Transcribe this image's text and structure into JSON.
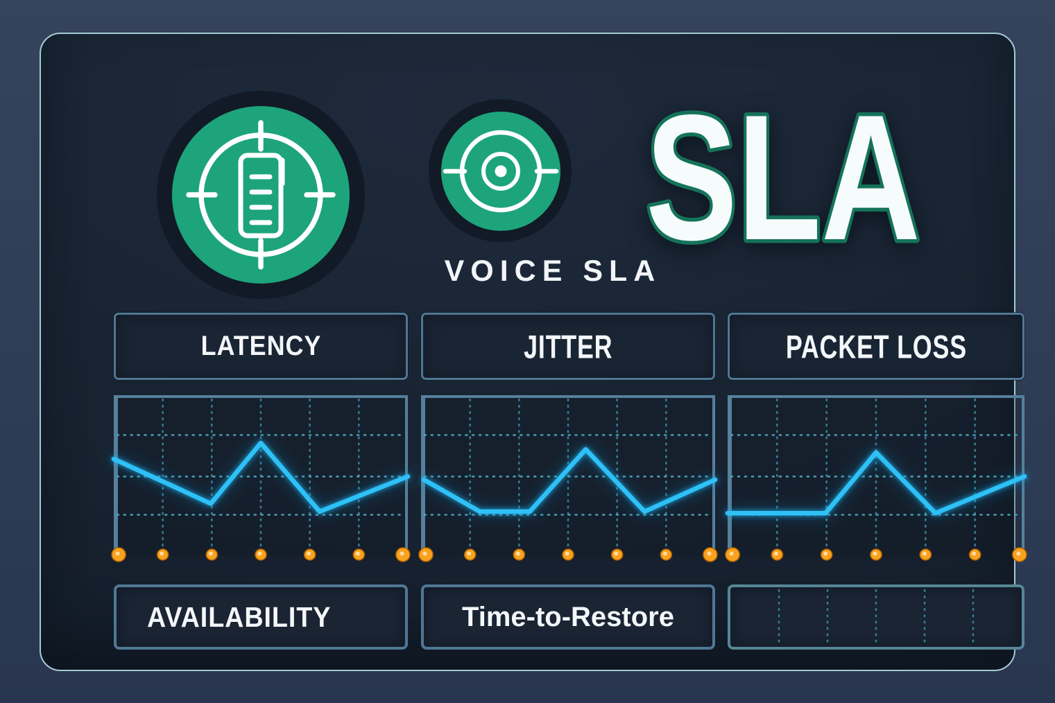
{
  "header": {
    "wordmark": "SLA",
    "subtitle": "VOICE SLA",
    "icons": [
      {
        "name": "gauge-checklist-icon",
        "description": "green circular gauge with checklist document"
      },
      {
        "name": "target-lens-icon",
        "description": "green target with concentric rings and center dot"
      }
    ]
  },
  "metric_headers": [
    {
      "label": "LATENCY"
    },
    {
      "label": "JITTER"
    },
    {
      "label": "PACKET LOSS"
    }
  ],
  "bottom_labels": [
    {
      "label": "AVAILABILITY"
    },
    {
      "label": "Time-to-Restore"
    },
    {
      "label": ""
    }
  ],
  "colors": {
    "page_bg": "#2f3d55",
    "card_bg": "#18222f",
    "card_border": "#a6cbd4",
    "box_border": "#4f7894",
    "grid_dot_teal": "#49a3bb",
    "line_blue": "#2ec1f7",
    "baseline_orange": "#f0820f",
    "marker_orange": "#f9a21c",
    "marker_core": "#ffd9a6",
    "icon_green": "#1da47b",
    "wordmark_fill": "#f6fbfb",
    "wordmark_outline": "#15735a",
    "text_white": "#f2f6f8"
  },
  "chart_data": [
    {
      "type": "line",
      "title": "LATENCY",
      "x_fraction": [
        0,
        0.33,
        0.5,
        0.7,
        1
      ],
      "values": [
        60,
        32,
        70,
        27,
        49
      ],
      "ylim": [
        0,
        100
      ],
      "grid_columns": 6,
      "grid_h_values": [
        75,
        49,
        25
      ],
      "grid_style": "dotted",
      "axis_labels_shown": false,
      "baseline": {
        "value": 0,
        "marker_x_fractions": [
          0,
          0.1667,
          0.3333,
          0.5,
          0.6667,
          0.8333,
          1
        ]
      }
    },
    {
      "type": "line",
      "title": "JITTER",
      "x_fraction": [
        0.01,
        0.2,
        0.37,
        0.56,
        0.76,
        1
      ],
      "values": [
        47,
        27,
        27,
        66,
        27,
        47
      ],
      "ylim": [
        0,
        100
      ],
      "grid_columns": 6,
      "grid_h_values": [
        75,
        49,
        25
      ],
      "grid_style": "dotted",
      "axis_labels_shown": false,
      "baseline": {
        "value": 0,
        "marker_x_fractions": [
          0,
          0.1667,
          0.3333,
          0.5,
          0.6667,
          0.8333,
          1
        ]
      }
    },
    {
      "type": "line",
      "title": "PACKET LOSS",
      "x_fraction": [
        0,
        0.33,
        0.5,
        0.7,
        1
      ],
      "values": [
        26,
        26,
        64,
        26,
        49
      ],
      "ylim": [
        0,
        100
      ],
      "grid_columns": 6,
      "grid_h_values": [
        75,
        49,
        25
      ],
      "grid_style": "dotted",
      "axis_labels_shown": false,
      "baseline": {
        "value": 0,
        "marker_x_fractions": [
          0,
          0.1667,
          0.3333,
          0.5,
          0.6667,
          0.8333,
          1
        ]
      }
    }
  ],
  "empty_grid_box": {
    "grid_columns": 6,
    "grid_style": "dotted"
  }
}
